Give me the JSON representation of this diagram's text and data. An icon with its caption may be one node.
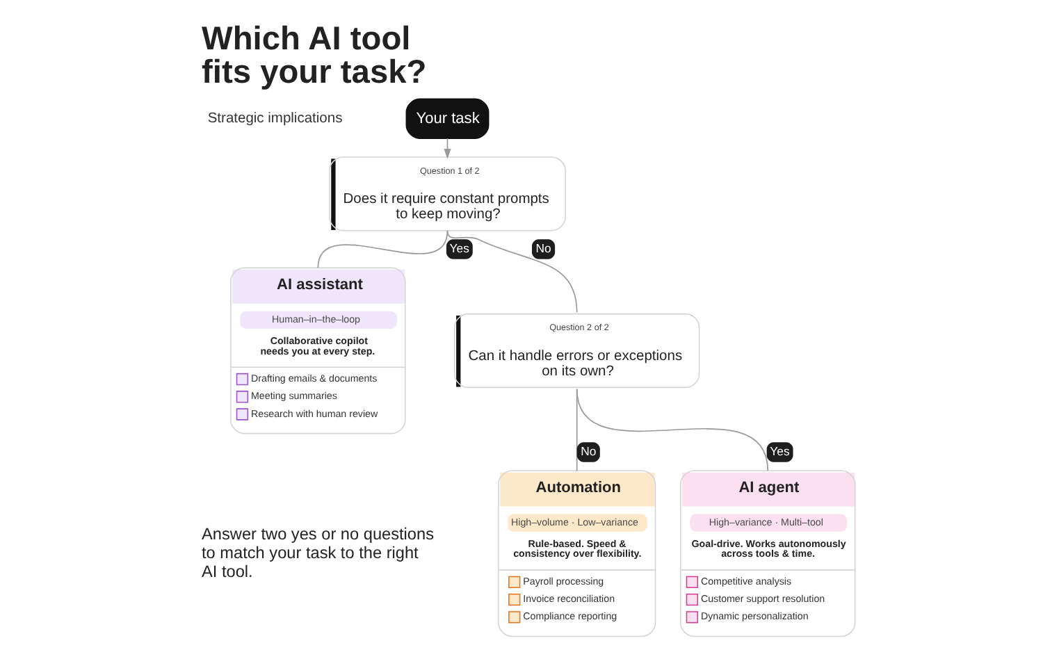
{
  "diagram": {
    "title": "Which AI tool fits your task?",
    "caption": "Answer two yes or no questions to match your task to the right AI tool.",
    "nodes": [
      {
        "text": [
          "Your task"
        ]
      },
      {
        "text": [
          "Question 1 of 2",
          "Does it require constant prompts to keep moving?"
        ]
      },
      {
        "text": [
          "AI assistant",
          "Human–in–the–loop",
          "Collaborative copilot needs you at every step.",
          "Drafting emails & documents",
          "Meeting summaries",
          "Research with human review"
        ]
      },
      {
        "text": [
          "Question 2 of 2",
          "Can it handle errors or exceptions on its own?"
        ]
      },
      {
        "text": [
          "Automation",
          "High–volume · Low–variance",
          "Rule-based. Speed & consistency over flexibility.",
          "Payroll processing",
          "Invoice reconciliation",
          "Compliance reporting"
        ]
      },
      {
        "text": [
          "AI agent",
          "High–variance · Multi–tool",
          "Goal-drive. Works autonomously across tools & time.",
          "Competitive analysis",
          "Customer support resolution",
          "Dynamic personalization"
        ]
      }
    ],
    "edges": [
      {
        "from": 0,
        "to": 1,
        "arrow": "to"
      },
      {
        "from": 1,
        "to": 2,
        "arrow": "none",
        "label": "Yes"
      },
      {
        "from": 1,
        "to": 3,
        "arrow": "none",
        "label": "No"
      },
      {
        "from": 3,
        "to": 4,
        "arrow": "none",
        "label": "No"
      },
      {
        "from": 3,
        "to": 5,
        "arrow": "none",
        "label": "Yes"
      }
    ],
    "labels": [
      "Strategic implications"
    ]
  }
}
